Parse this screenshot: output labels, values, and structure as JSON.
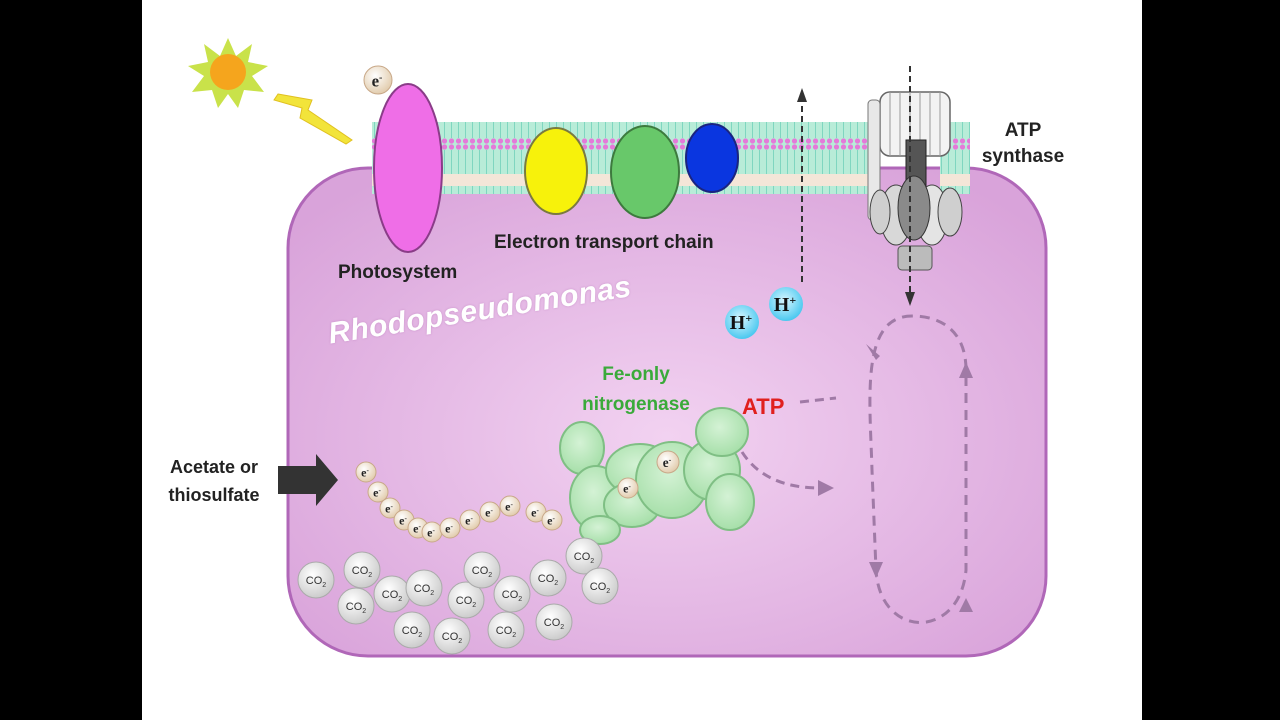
{
  "diagram": {
    "labels": {
      "photosystem": "Photosystem",
      "electron_transport_chain": "Electron transport chain",
      "atp_synthase_line1": "ATP",
      "atp_synthase_line2": "synthase",
      "organism": "Rhodopseudomonas",
      "nitrogenase_line1": "Fe-only",
      "nitrogenase_line2": "nitrogenase",
      "atp": "ATP",
      "donor_line1": "Acetate or",
      "donor_line2": "thiosulfate"
    },
    "electron_symbol": "e",
    "electron_superscript": "-",
    "proton_symbol": "H",
    "proton_superscript": "+",
    "co2_main": "CO",
    "co2_sub": "2",
    "colors": {
      "cell_fill": "#deaadf",
      "cell_border": "#b067b8",
      "membrane_fill": "#b6ead6",
      "membrane_dots": "#e07ad8",
      "photosystem": "#ef6ee7",
      "etc_yellow": "#f7f20b",
      "etc_green": "#68c86a",
      "etc_blue": "#0a36e0",
      "nitrogenase": "#b6e6b8",
      "atp_text": "#e0201e",
      "sun": "#f5a51d",
      "proton": "#5bd0f0"
    }
  }
}
